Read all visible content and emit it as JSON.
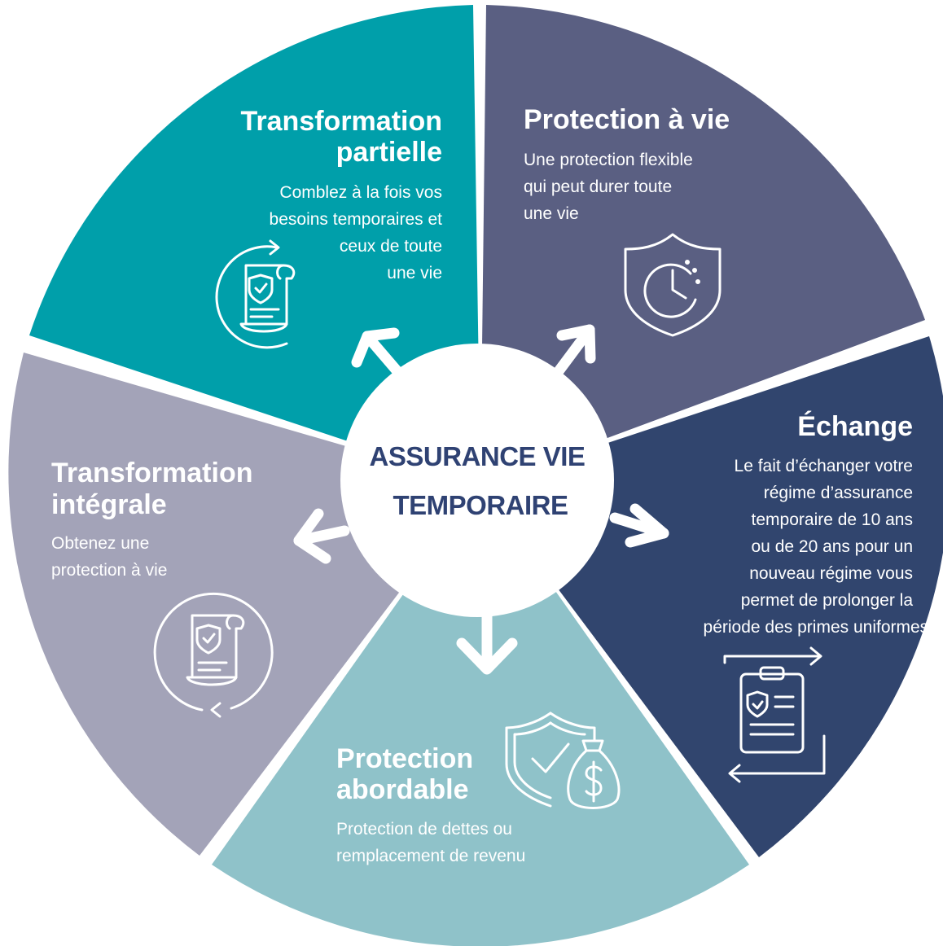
{
  "center": {
    "line1": "ASSURANCE VIE",
    "line2": "TEMPORAIRE"
  },
  "colors": {
    "transformation_partielle": "#009faa",
    "protection_a_vie": "#5a5f82",
    "echange": "#31456e",
    "protection_abordable": "#8fc2c9",
    "transformation_integrale": "#a3a3b8",
    "center_text": "#2f4273"
  },
  "segments": {
    "transformation_partielle": {
      "title": [
        "Transformation",
        "partielle"
      ],
      "body": [
        "Comblez à la fois vos",
        "besoins temporaires et",
        "ceux de toute",
        "une vie"
      ],
      "icon": "scroll-cycle-icon"
    },
    "protection_a_vie": {
      "title": [
        "Protection à vie"
      ],
      "body": [
        "Une protection flexible",
        "qui peut durer toute",
        "une vie"
      ],
      "icon": "shield-clock-icon"
    },
    "echange": {
      "title": [
        "Échange"
      ],
      "body": [
        "Le fait d’échanger votre",
        "régime d’assurance",
        "temporaire de 10 ans",
        "ou de 20 ans pour un",
        "nouveau régime vous",
        "permet de prolonger la",
        "période des primes uniformes."
      ],
      "icon": "clipboard-exchange-icon"
    },
    "protection_abordable": {
      "title": [
        "Protection",
        "abordable"
      ],
      "body": [
        "Protection de dettes ou",
        "remplacement de revenu"
      ],
      "icon": "shield-moneybag-icon"
    },
    "transformation_integrale": {
      "title": [
        "Transformation",
        "intégrale"
      ],
      "body": [
        "Obtenez une",
        "protection à vie"
      ],
      "icon": "scroll-cycle-icon"
    }
  }
}
